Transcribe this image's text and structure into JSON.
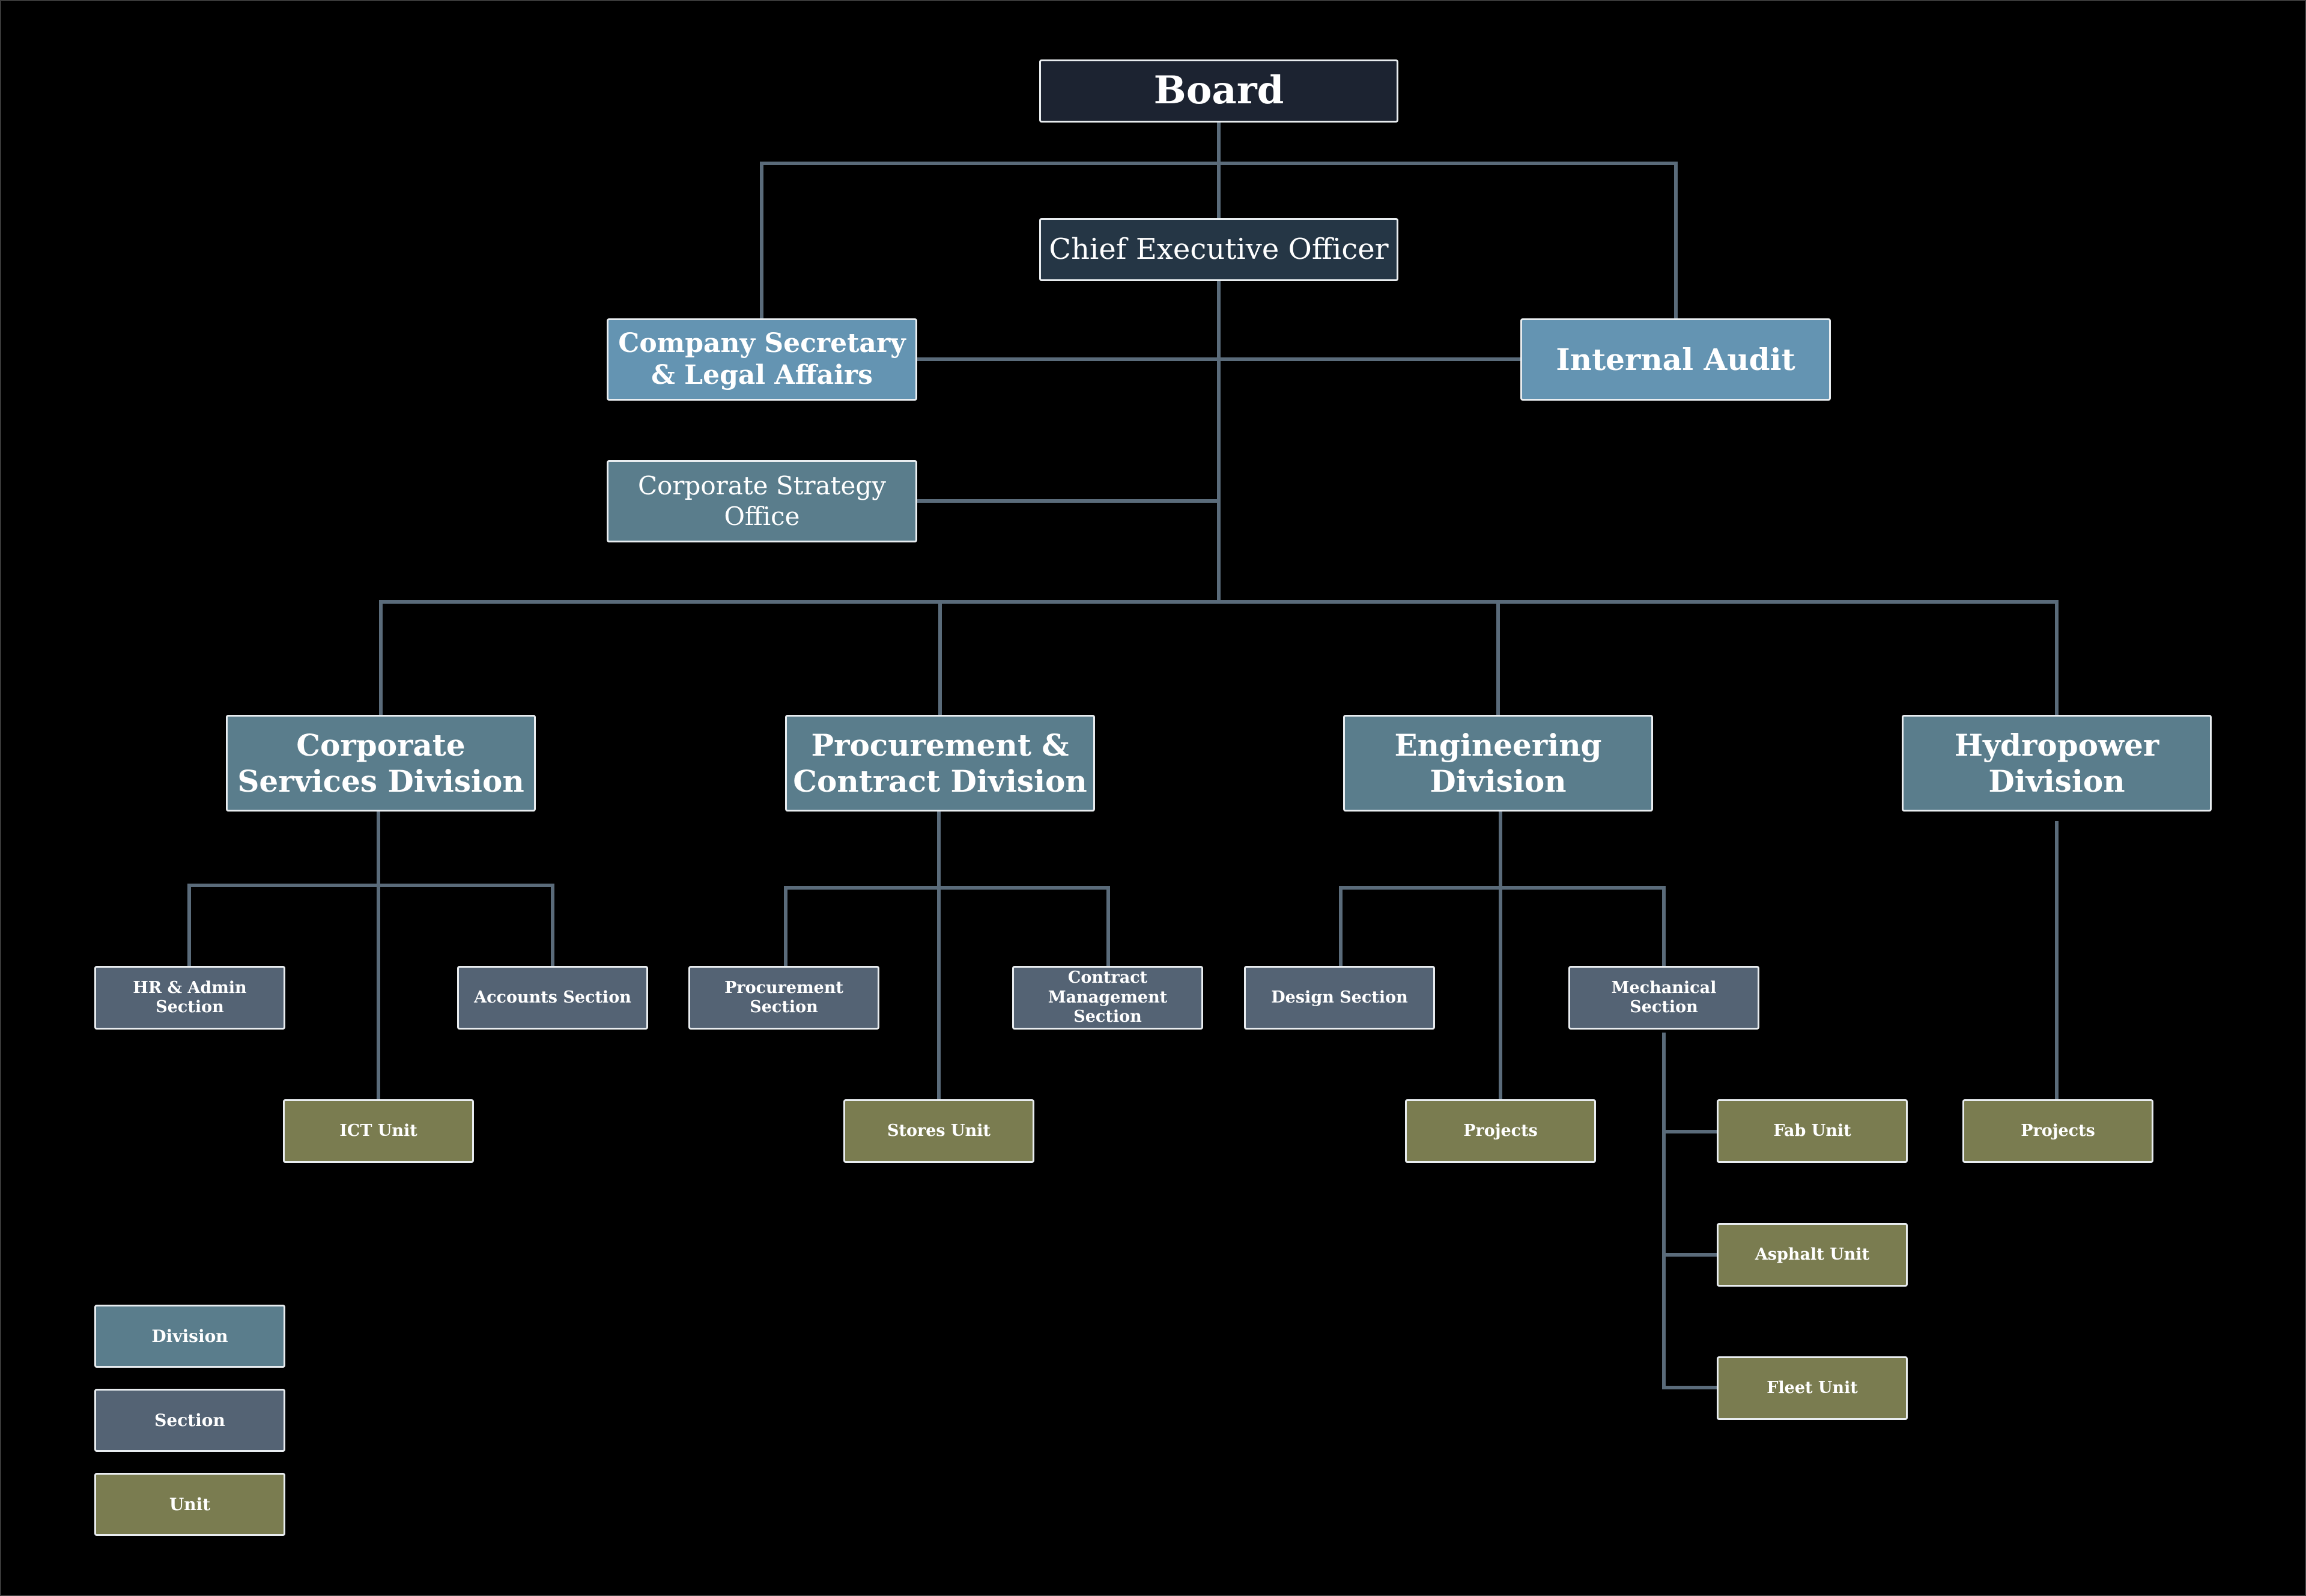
{
  "colors": {
    "background": "#000000",
    "connector": "#5a6b7a",
    "board": "#1c2331",
    "ceo": "#253645",
    "staff_office": "#6494b2",
    "division": "#5a7d8c",
    "section": "#546374",
    "unit": "#7a7c50",
    "box_border": "#e9edf0"
  },
  "org": {
    "board": "Board",
    "ceo": "Chief Executive Officer",
    "company_secretary": "Company Secretary & Legal Affairs",
    "internal_audit": "Internal Audit",
    "corporate_strategy": "Corporate Strategy Office",
    "divisions": {
      "corporate_services": "Corporate Services Division",
      "procurement_contract": "Procurement & Contract Division",
      "engineering": "Engineering Division",
      "hydropower": "Hydropower Division"
    },
    "sections": {
      "hr_admin": "HR & Admin Section",
      "accounts": "Accounts Section",
      "procurement": "Procurement Section",
      "contract_management": "Contract Management Section",
      "design": "Design Section",
      "mechanical": "Mechanical Section"
    },
    "units": {
      "ict": "ICT Unit",
      "stores": "Stores Unit",
      "engineering_projects": "Projects",
      "fab": "Fab Unit",
      "asphalt": "Asphalt Unit",
      "fleet": "Fleet Unit",
      "hydropower_projects": "Projects"
    }
  },
  "legend": {
    "division": "Division",
    "section": "Section",
    "unit": "Unit"
  }
}
